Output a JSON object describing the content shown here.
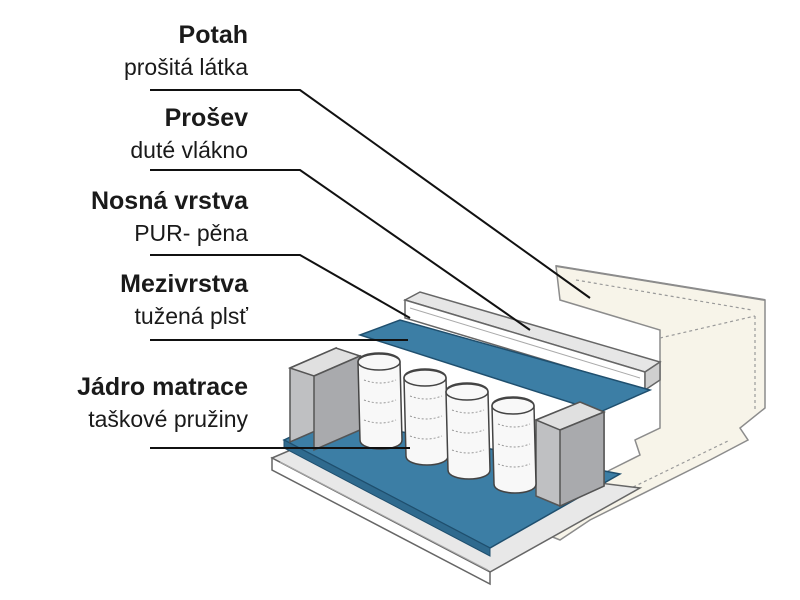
{
  "layers": [
    {
      "title": "Potah",
      "subtitle": "prošitá látka"
    },
    {
      "title": "Prošev",
      "subtitle": "duté vlákno"
    },
    {
      "title": "Nosná vrstva",
      "subtitle": "PUR- pěna"
    },
    {
      "title": "Mezivrstva",
      "subtitle": "tužená plsť"
    },
    {
      "title": "Jádro matrace",
      "subtitle": "taškové pružiny"
    }
  ],
  "colors": {
    "cover": "#f7f4e9",
    "fiber": "#e6e6e6",
    "foam": "#3c7ea5",
    "block": "#bfc0c2",
    "spring": "#f8f8f8",
    "line": "#111111"
  }
}
